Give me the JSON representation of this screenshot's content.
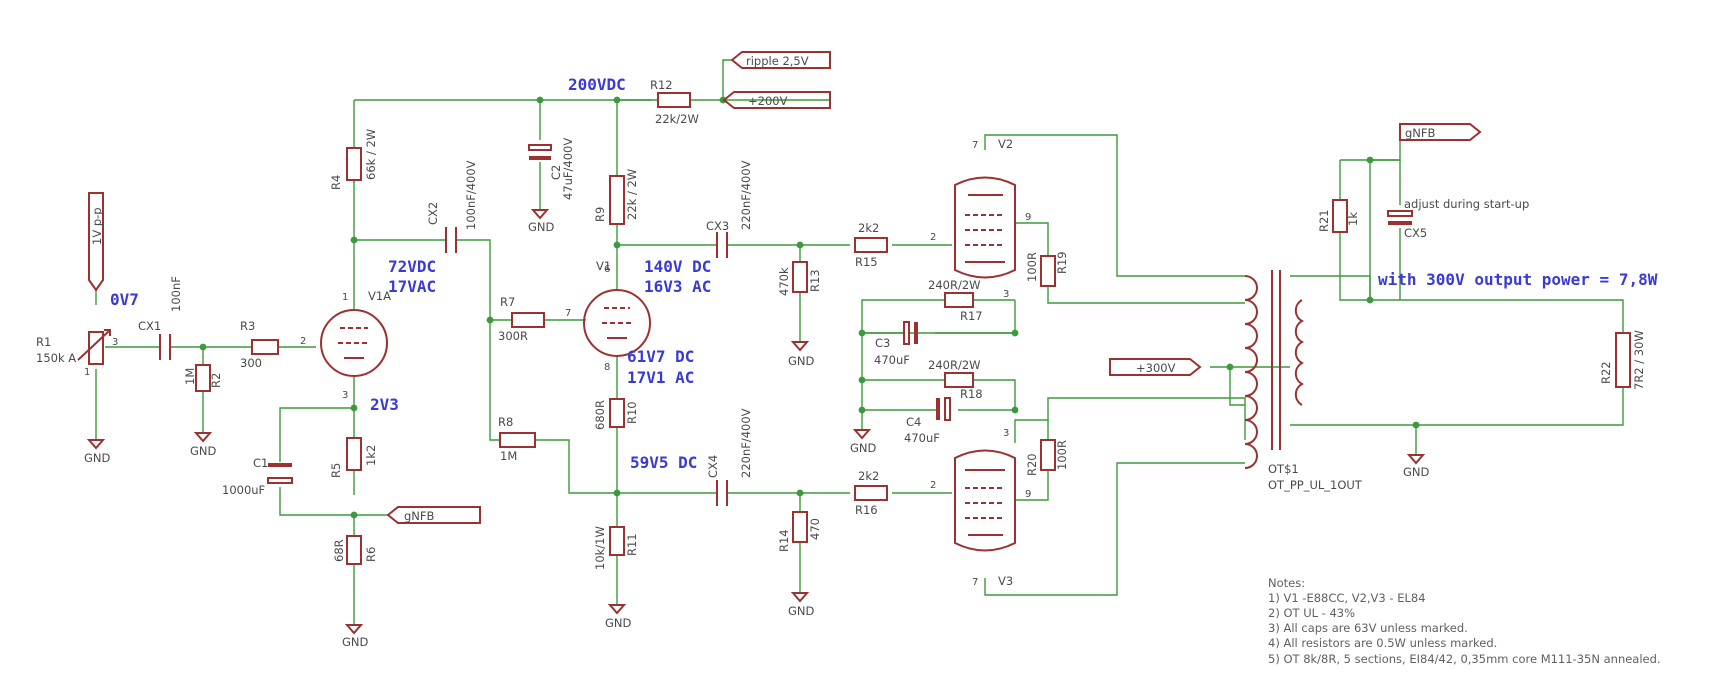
{
  "labels": {
    "r1_ref": "R1",
    "r1_val": "150k A",
    "cx1_ref": "CX1",
    "cx1_val": "100nF",
    "r2_ref": "R2",
    "r2_val": "1M",
    "r3_ref": "R3",
    "r3_val": "300",
    "r4_ref": "R4",
    "r4_val": "66k / 2W",
    "cx2_ref": "CX2",
    "cx2_val": "100nF/400V",
    "v1a_ref": "V1A",
    "v1b_ref": "V1",
    "c1_ref": "C1",
    "c1_val": "1000uF",
    "r5_ref": "R5",
    "r5_val": "1k2",
    "r6_ref": "R6",
    "r6_val": "68R",
    "r7_ref": "R7",
    "r7_val": "300R",
    "r8_ref": "R8",
    "r8_val": "1M",
    "c2_ref": "C2",
    "c2_val": "47uF/400V",
    "r9_ref": "R9",
    "r9_val": "22k / 2W",
    "r10_ref": "R10",
    "r10_val": "680R",
    "r11_ref": "R11",
    "r11_val": "10k/1W",
    "r12_ref": "R12",
    "r12_val": "22k/2W",
    "cx3_ref": "CX3",
    "cx3_val": "220nF/400V",
    "cx4_ref": "CX4",
    "cx4_val": "220nF/400V",
    "r13_ref": "R13",
    "r13_val": "470k",
    "r14_ref": "R14",
    "r14_val": "470",
    "r15_ref": "R15",
    "r15_val": "2k2",
    "r16_ref": "R16",
    "r16_val": "2k2",
    "r17_ref": "R17",
    "r17_val": "240R/2W",
    "r18_ref": "R18",
    "r18_val": "240R/2W",
    "c3_ref": "C3",
    "c3_val": "470uF",
    "c4_ref": "C4",
    "c4_val": "470uF",
    "r19_ref": "R19",
    "r19_val": "100R",
    "r20_ref": "R20",
    "r20_val": "100R",
    "v2_ref": "V2",
    "v3_ref": "V3",
    "r21_ref": "R21",
    "r21_val": "1k",
    "cx5_ref": "CX5",
    "cx5_note": "adjust during start-up",
    "r22_ref": "R22",
    "r22_val": "7R2 / 30W",
    "ot_ref": "OT$1",
    "ot_val": "OT_PP_UL_1OUT",
    "gnd": "GND"
  },
  "flags": {
    "input": "1V p-p",
    "ripple": "ripple 2,5V",
    "plus200": "+200V",
    "plus300": "+300V",
    "gnfb": "gNFB"
  },
  "voltages": {
    "v0v7": "0V7",
    "v2v3": "2V3",
    "v200": "200VDC",
    "v72": "72VDC",
    "v17ac": "17VAC",
    "v140": "140V DC",
    "v16ac": "16V3 AC",
    "v61": "61V7 DC",
    "v17v1": "17V1 AC",
    "v59": "59V5 DC",
    "power": "with 300V output power = 7,8W"
  },
  "pins": {
    "p1": "1",
    "p2": "2",
    "p3": "3",
    "p6": "6",
    "p7": "7",
    "p8": "8",
    "p9": "9"
  },
  "notes": {
    "title": "Notes:",
    "n1": "1) V1 -E88CC, V2,V3 - EL84",
    "n2": "2) OT UL - 43%",
    "n3": "3) All caps are 63V unless marked.",
    "n4": "4) All resistors are 0.5W unless marked.",
    "n5": "5) OT 8k/8R, 5 sections, EI84/42, 0,35mm core M111-35N annealed."
  }
}
